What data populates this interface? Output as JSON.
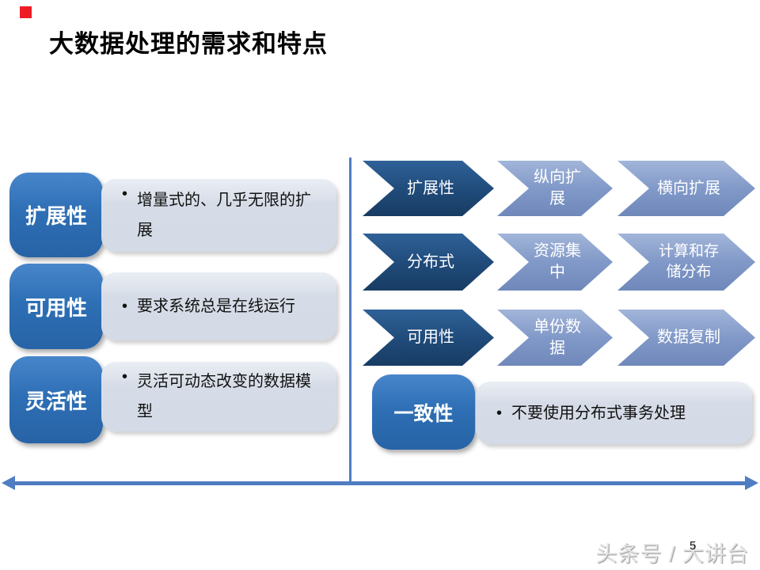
{
  "slide": {
    "title": "大数据处理的需求和特点",
    "page_number": "5",
    "watermark": "头条号 / 大讲台"
  },
  "ui": {
    "bullet_marker": "•"
  },
  "left_panel": {
    "items": [
      {
        "label": "扩展性",
        "bullet": "增量式的、几乎无限的扩展"
      },
      {
        "label": "可用性",
        "bullet": "要求系统总是在线运行"
      },
      {
        "label": "灵活性",
        "bullet": "灵活可动态改变的数据模型"
      }
    ]
  },
  "right_panel": {
    "arrow_rows": [
      {
        "steps": [
          "扩展性",
          "纵向扩展",
          "横向扩展"
        ]
      },
      {
        "steps": [
          "分布式",
          "资源集中",
          "计算和存储分布"
        ]
      },
      {
        "steps": [
          "可用性",
          "单份数据",
          "数据复制"
        ]
      }
    ],
    "consistency": {
      "label": "一致性",
      "bullet": "不要使用分布式事务处理"
    }
  },
  "colors": {
    "primary_blue": "#2e6fb5",
    "dark_navy": "#1f4a79",
    "medium_blue": "#8199c8",
    "panel_light": "#d6dce7",
    "line_blue": "#4f7dc1",
    "red_accent": "#ee1c25",
    "watermark_gray": "#e3e3e3"
  }
}
